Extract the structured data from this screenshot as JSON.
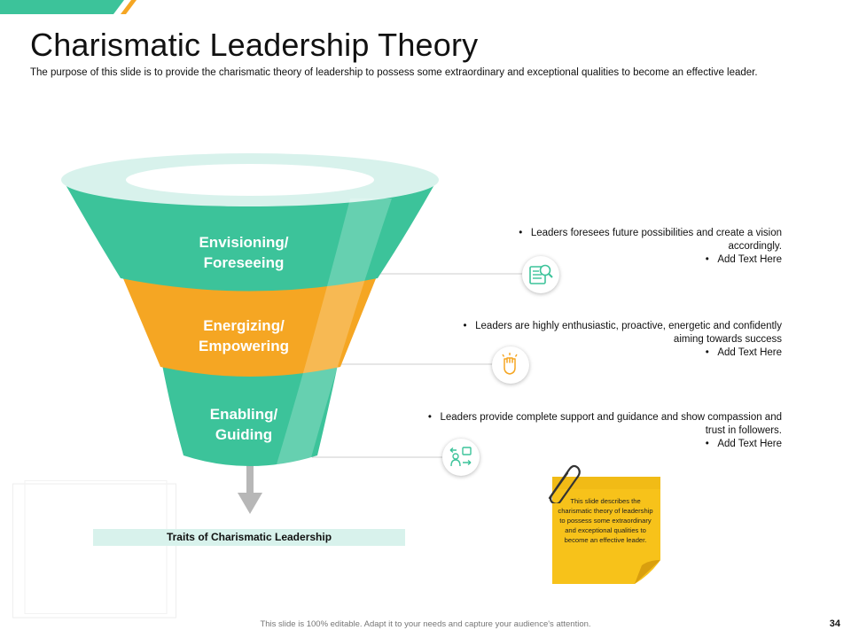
{
  "slide": {
    "title": "Charismatic Leadership Theory",
    "subtitle": "The purpose of this slide is to provide the charismatic theory of leadership to possess some extraordinary and exceptional qualities to become an effective leader.",
    "footer": "This slide is 100% editable. Adapt it to your needs and capture your audience's attention.",
    "page_number": "34"
  },
  "colors": {
    "teal": "#3cc39a",
    "teal_light": "#d8f2ec",
    "orange": "#f5a623",
    "note_yellow": "#f7c21a"
  },
  "funnel": {
    "caption": "Traits of Charismatic Leadership",
    "stages": [
      {
        "line1": "Envisioning/",
        "line2": "Foreseeing",
        "icon": "report-search-icon",
        "bullets": [
          "Leaders foresees future possibilities and create a vision accordingly.",
          "Add Text Here"
        ]
      },
      {
        "line1": "Energizing/",
        "line2": "Empowering",
        "icon": "raised-fist-icon",
        "bullets": [
          "Leaders are highly enthusiastic, proactive, energetic and confidently aiming towards success",
          "Add Text Here"
        ]
      },
      {
        "line1": "Enabling/",
        "line2": "Guiding",
        "icon": "people-exchange-icon",
        "bullets": [
          "Leaders provide complete support and guidance and show compassion and trust in followers.",
          "Add Text Here"
        ]
      }
    ]
  },
  "sticky_note": {
    "text": "This slide describes the charismatic theory of leadership to possess some extraordinary and exceptional qualities to become an effective leader.",
    "icon": "paperclip-icon"
  }
}
